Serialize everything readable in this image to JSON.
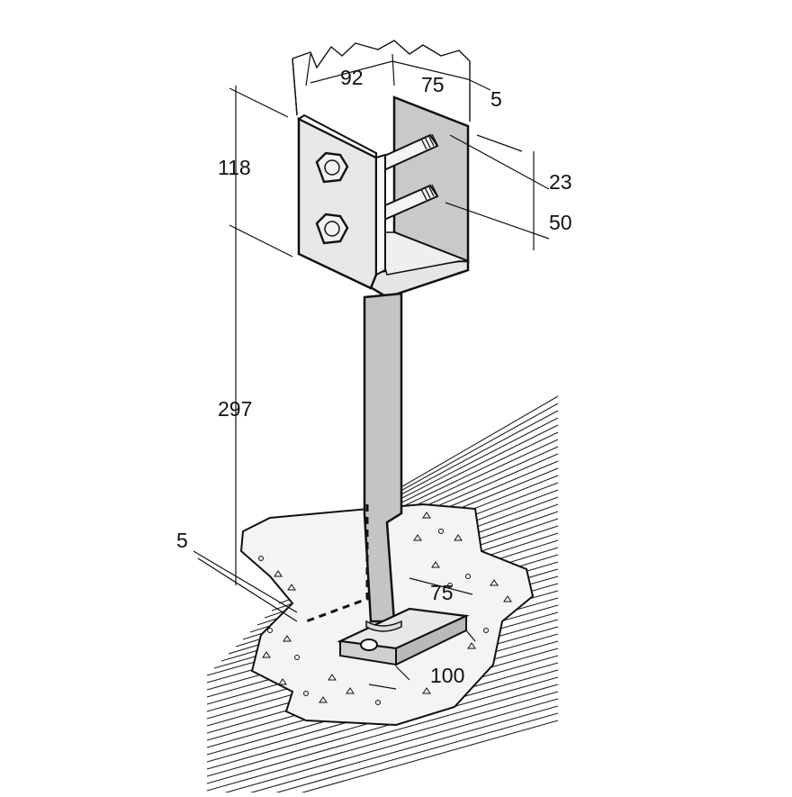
{
  "drawing": {
    "subject": "post anchor",
    "colors": {
      "line": "#111111",
      "plate": "#e4e4e4",
      "inner_plate": "#c8c8c8",
      "stem": "#bdbdbd",
      "concrete": "#f2f2f2",
      "ground_hatch": "#222222"
    }
  },
  "dimensions": {
    "top_width": "92",
    "top_depth": "75",
    "plate_thickness_top": "5",
    "bracket_height": "118",
    "bolt_offset": "23",
    "bolt_spacing": "50",
    "overall_height": "297",
    "base_thickness": "5",
    "base_depth": "75",
    "base_width": "100"
  }
}
